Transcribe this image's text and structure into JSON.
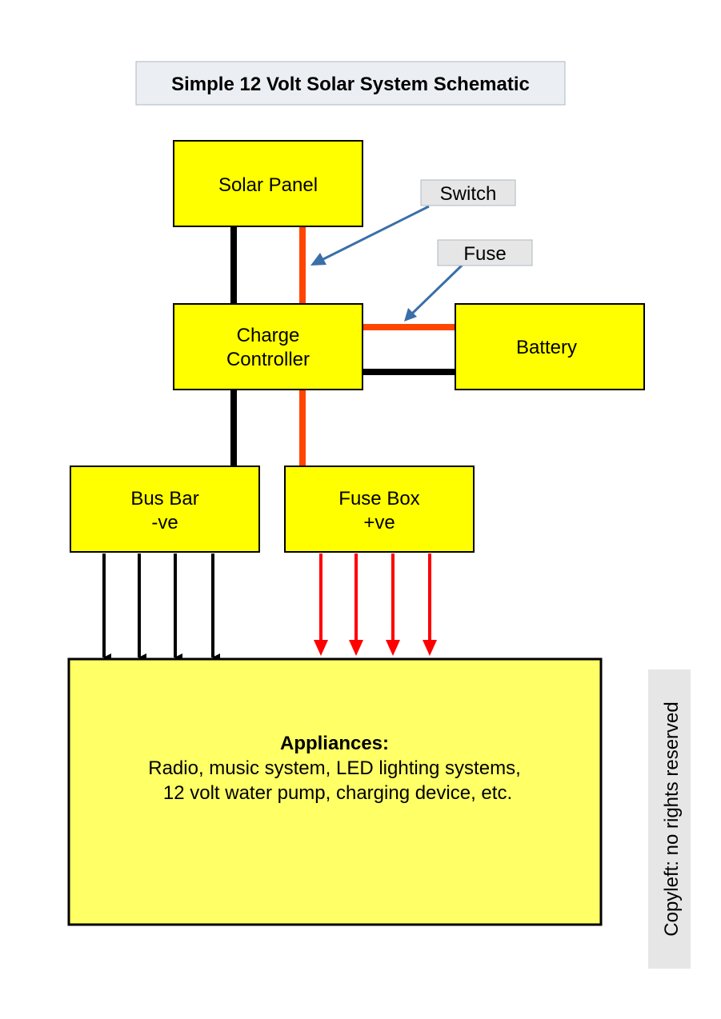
{
  "title": "Simple 12 Volt Solar System Schematic",
  "callouts": {
    "switch": "Switch",
    "fuse": "Fuse"
  },
  "components": {
    "solar_panel": {
      "line1": "Solar Panel"
    },
    "charge_controller": {
      "line1": "Charge",
      "line2": "Controller"
    },
    "battery": {
      "line1": "Battery"
    },
    "bus_bar": {
      "line1": "Bus Bar",
      "line2": "-ve"
    },
    "fuse_box": {
      "line1": "Fuse Box",
      "line2": "+ve"
    },
    "appliances": {
      "heading": "Appliances:",
      "line1": "Radio, music system, LED lighting systems,",
      "line2": "12 volt water pump, charging device, etc."
    }
  },
  "copyleft": "Copyleft: no rights reserved",
  "colors": {
    "box_fill": "#ffff00",
    "appliance_fill": "#ffff66",
    "negative_wire": "#000000",
    "positive_wire": "#ff4500",
    "load_positive": "#ff0000",
    "callout_arrow": "#3a6fa8",
    "label_box": "#e6e6e6"
  }
}
